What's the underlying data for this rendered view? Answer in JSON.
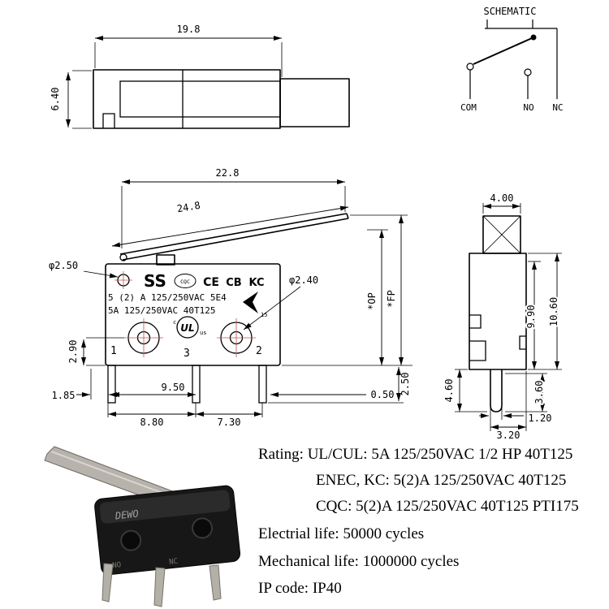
{
  "drawing": {
    "line_color": "#000000",
    "centerline_color": "#c0504d"
  },
  "lever_view": {
    "dim_length": "19.8",
    "dim_height": "6.40"
  },
  "schematic": {
    "title": "SCHEMATIC",
    "terminals": {
      "com": "COM",
      "no": "NO",
      "nc": "NC"
    }
  },
  "main_view": {
    "dims": {
      "top_width": "22.8",
      "lever_length": "24.8",
      "hole_left": "φ2.50",
      "hole_right": "φ2.40",
      "dim_2_90": "2.90",
      "dim_1_85": "1.85",
      "dim_9_50": "9.50",
      "dim_0_50": "0.50",
      "dim_2_50": "2.50",
      "dim_8_80": "8.80",
      "dim_7_30": "7.30",
      "op": "*OP",
      "fp": "*FP"
    },
    "markings": {
      "brand": "SS",
      "cqc": "CQC",
      "ce": "CE",
      "cb": "CB",
      "kc": "KC",
      "rating1": "5 (2) A 125/250VAC 5E4",
      "rating2": "5A 125/250VAC 40T125",
      "ul_c": "c",
      "ul": "UL",
      "ul_us": "us",
      "arrow_num": "15"
    },
    "terminals": {
      "t1": "1",
      "t3": "3",
      "t2": "2"
    }
  },
  "side_view": {
    "dims": {
      "plunger_width": "4.00",
      "h_9_90": "9.90",
      "h_10_60": "10.60",
      "pin_len": "4.60",
      "h_3_60": "3.60",
      "pin_w": "1.20",
      "pin_off": "3.20"
    }
  },
  "photo": {
    "brand": "DEWO",
    "label_no": "NO",
    "label_nc": "NC"
  },
  "specs": {
    "lines": [
      "Rating: UL/CUL: 5A 125/250VAC 1/2 HP 40T125",
      "ENEC, KC: 5(2)A 125/250VAC 40T125",
      "CQC: 5(2)A 125/250VAC 40T125 PTI175",
      "Electrial life: 50000 cycles",
      "Mechanical life: 1000000 cycles",
      "IP code: IP40"
    ]
  }
}
